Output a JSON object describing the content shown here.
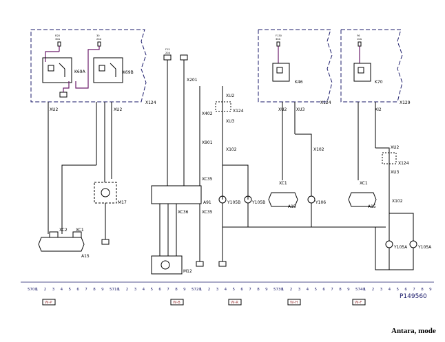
{
  "footer": {
    "caption": "Antara, mode",
    "page_id": "P149560"
  },
  "components": {
    "relay_k69a": "K69A",
    "relay_k69b": "K69B",
    "relay_k46": "K46",
    "relay_k70": "K70",
    "motor_m17": "M17",
    "motor_m12": "M12",
    "valve_y105b": "Y105B",
    "valve_y105b_2": "Y105B",
    "valve_y106": "Y106",
    "valve_y105a": "Y105A",
    "valve_y105a_2": "Y105A",
    "ecu_a15_1": "A15",
    "ecu_a15_2": "A15",
    "ecu_a15_3": "A15",
    "a91": "A91"
  },
  "blocks": {
    "x124_a": "X124",
    "x124_b": "X124",
    "x129": "X129",
    "x124_c": "X124",
    "x124_d": "X124"
  },
  "connectors": {
    "xu2_a": "XU2",
    "xu2_b": "XU2",
    "xu2_c": "XU2",
    "xu2_d": "XU2",
    "xu2_e": "XU2",
    "xu3_a": "XU3",
    "xu3_b": "XU3",
    "xu3_c": "XU3",
    "xi2": "XI2",
    "x201": "X201",
    "x402": "X402",
    "x901": "X901",
    "xc35_a": "XC35",
    "xc35_b": "XC35",
    "xc36": "XC36",
    "x102_a": "X102",
    "x102_b": "X102",
    "x102_c": "X102",
    "xc1_a": "XC1",
    "xc1_b": "XC1",
    "xc1_c": "XC1",
    "xc2": "XC2"
  },
  "fuses": {
    "f_k69": "R20",
    "f_k69_amp": "30A",
    "f_k46": "F130",
    "f_k46_amp": "30A",
    "f_k70": "F6",
    "f_k70_amp": "10A",
    "f_15": "F15",
    "f_15_amp": "20A",
    "f_30": "30",
    "f_30_amp": "20A"
  },
  "grid": {
    "labels": [
      "5700",
      "1",
      "2",
      "3",
      "4",
      "5",
      "6",
      "7",
      "8",
      "9",
      "5710",
      "1",
      "2",
      "3",
      "4",
      "5",
      "6",
      "7",
      "8",
      "9",
      "5720",
      "1",
      "2",
      "3",
      "4",
      "5",
      "6",
      "7",
      "8",
      "9",
      "5730",
      "1",
      "2",
      "3",
      "4",
      "5",
      "6",
      "7",
      "8",
      "9",
      "5740",
      "1",
      "2",
      "3",
      "4",
      "5",
      "6",
      "7",
      "8",
      "9"
    ]
  },
  "refs": {
    "r1": "W-P",
    "r2": "W-B",
    "r3": "W-R",
    "r4": "W-H",
    "r5": "W-F"
  }
}
